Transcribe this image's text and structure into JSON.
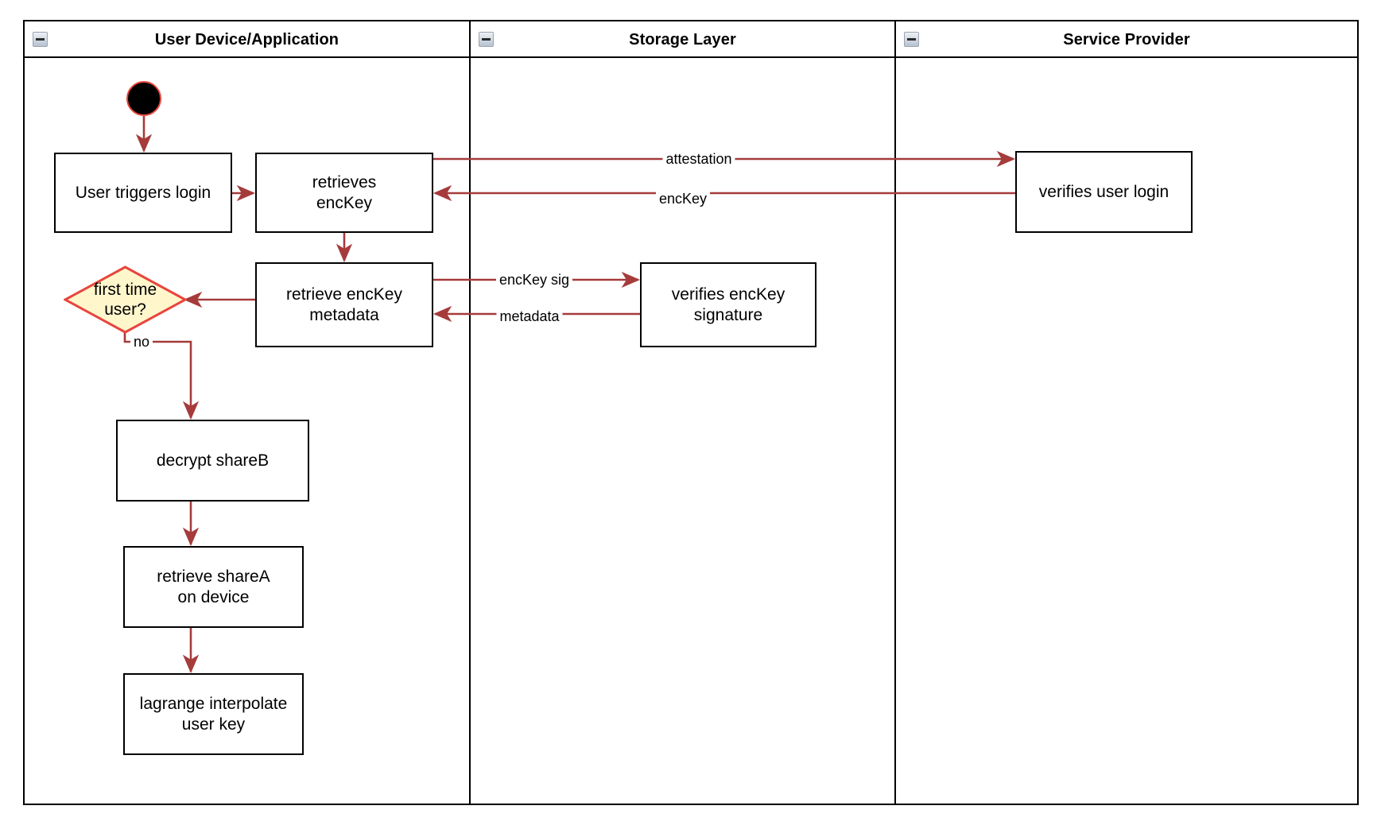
{
  "diagram": {
    "type": "swimlane-activity-diagram",
    "colors": {
      "lane_border": "#000000",
      "node_border": "#000000",
      "edge": "#a63b3b",
      "decision_fill": "#fff6cc",
      "decision_border": "#e8453c",
      "start_fill": "#000000",
      "start_border": "#e8453c",
      "background": "#ffffff"
    }
  },
  "lanes": [
    {
      "id": "lane-user-device",
      "title": "User Device/Application",
      "collapse_icon": "minus-collapse-icon"
    },
    {
      "id": "lane-storage",
      "title": "Storage Layer",
      "collapse_icon": "minus-collapse-icon"
    },
    {
      "id": "lane-service-provider",
      "title": "Service Provider",
      "collapse_icon": "minus-collapse-icon"
    }
  ],
  "nodes": {
    "start": {
      "name": "start-node",
      "shape": "filled-circle",
      "label": ""
    },
    "user_triggers_login": {
      "label": "User triggers login",
      "lane": "lane-user-device"
    },
    "retrieves_enckey": {
      "label": "retrieves\nencKey",
      "line1": "retrieves",
      "line2": "encKey",
      "lane": "lane-user-device"
    },
    "retrieve_enckey_metadata": {
      "line1": "retrieve encKey",
      "line2": "metadata",
      "lane": "lane-user-device"
    },
    "first_time_user": {
      "line1": "first time",
      "line2": "user?",
      "lane": "lane-user-device",
      "shape": "diamond"
    },
    "decrypt_shareb": {
      "label": "decrypt shareB",
      "lane": "lane-user-device"
    },
    "retrieve_sharea": {
      "line1": "retrieve shareA",
      "line2": "on device",
      "lane": "lane-user-device"
    },
    "lagrange_interpolate": {
      "line1": "lagrange interpolate",
      "line2": "user key",
      "lane": "lane-user-device"
    },
    "verifies_enckey_signature": {
      "line1": "verifies encKey",
      "line2": "signature",
      "lane": "lane-storage"
    },
    "verifies_user_login": {
      "label": "verifies user login",
      "lane": "lane-service-provider"
    }
  },
  "edge_labels": {
    "attestation": "attestation",
    "enckey": "encKey",
    "enckey_sig": "encKey sig",
    "metadata": "metadata",
    "no": "no"
  }
}
